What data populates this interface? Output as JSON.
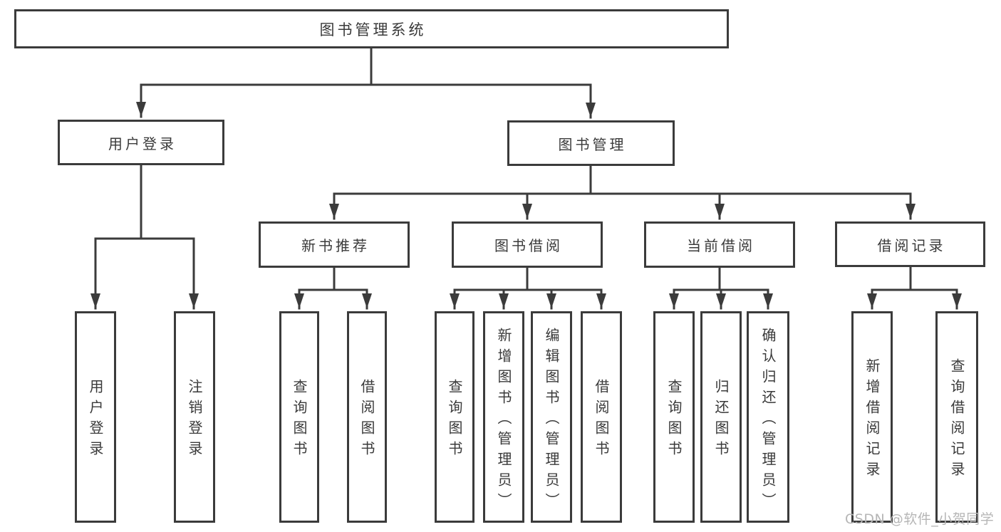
{
  "diagram": {
    "root": {
      "label": "图书管理系统"
    },
    "children": [
      {
        "label": "用户登录",
        "children": [
          {
            "label": "用户登录"
          },
          {
            "label": "注销登录"
          }
        ]
      },
      {
        "label": "图书管理",
        "children": [
          {
            "label": "新书推荐",
            "children": [
              {
                "label": "查询图书"
              },
              {
                "label": "借阅图书"
              }
            ]
          },
          {
            "label": "图书借阅",
            "children": [
              {
                "label": "查询图书"
              },
              {
                "label": "新增图书（管理员）"
              },
              {
                "label": "编辑图书（管理员）"
              },
              {
                "label": "借阅图书"
              }
            ]
          },
          {
            "label": "当前借阅",
            "children": [
              {
                "label": "查询图书"
              },
              {
                "label": "归还图书"
              },
              {
                "label": "确认归还（管理员）"
              }
            ]
          },
          {
            "label": "借阅记录",
            "children": [
              {
                "label": "新增借阅记录"
              },
              {
                "label": "查询借阅记录"
              }
            ]
          }
        ]
      }
    ]
  },
  "watermark": {
    "text": "CSDN @软件_小贺同学"
  },
  "colors": {
    "line": "#3b3b3b",
    "text": "#3a3a3a",
    "background": "#ffffff",
    "watermark": "#b6b6b6"
  }
}
